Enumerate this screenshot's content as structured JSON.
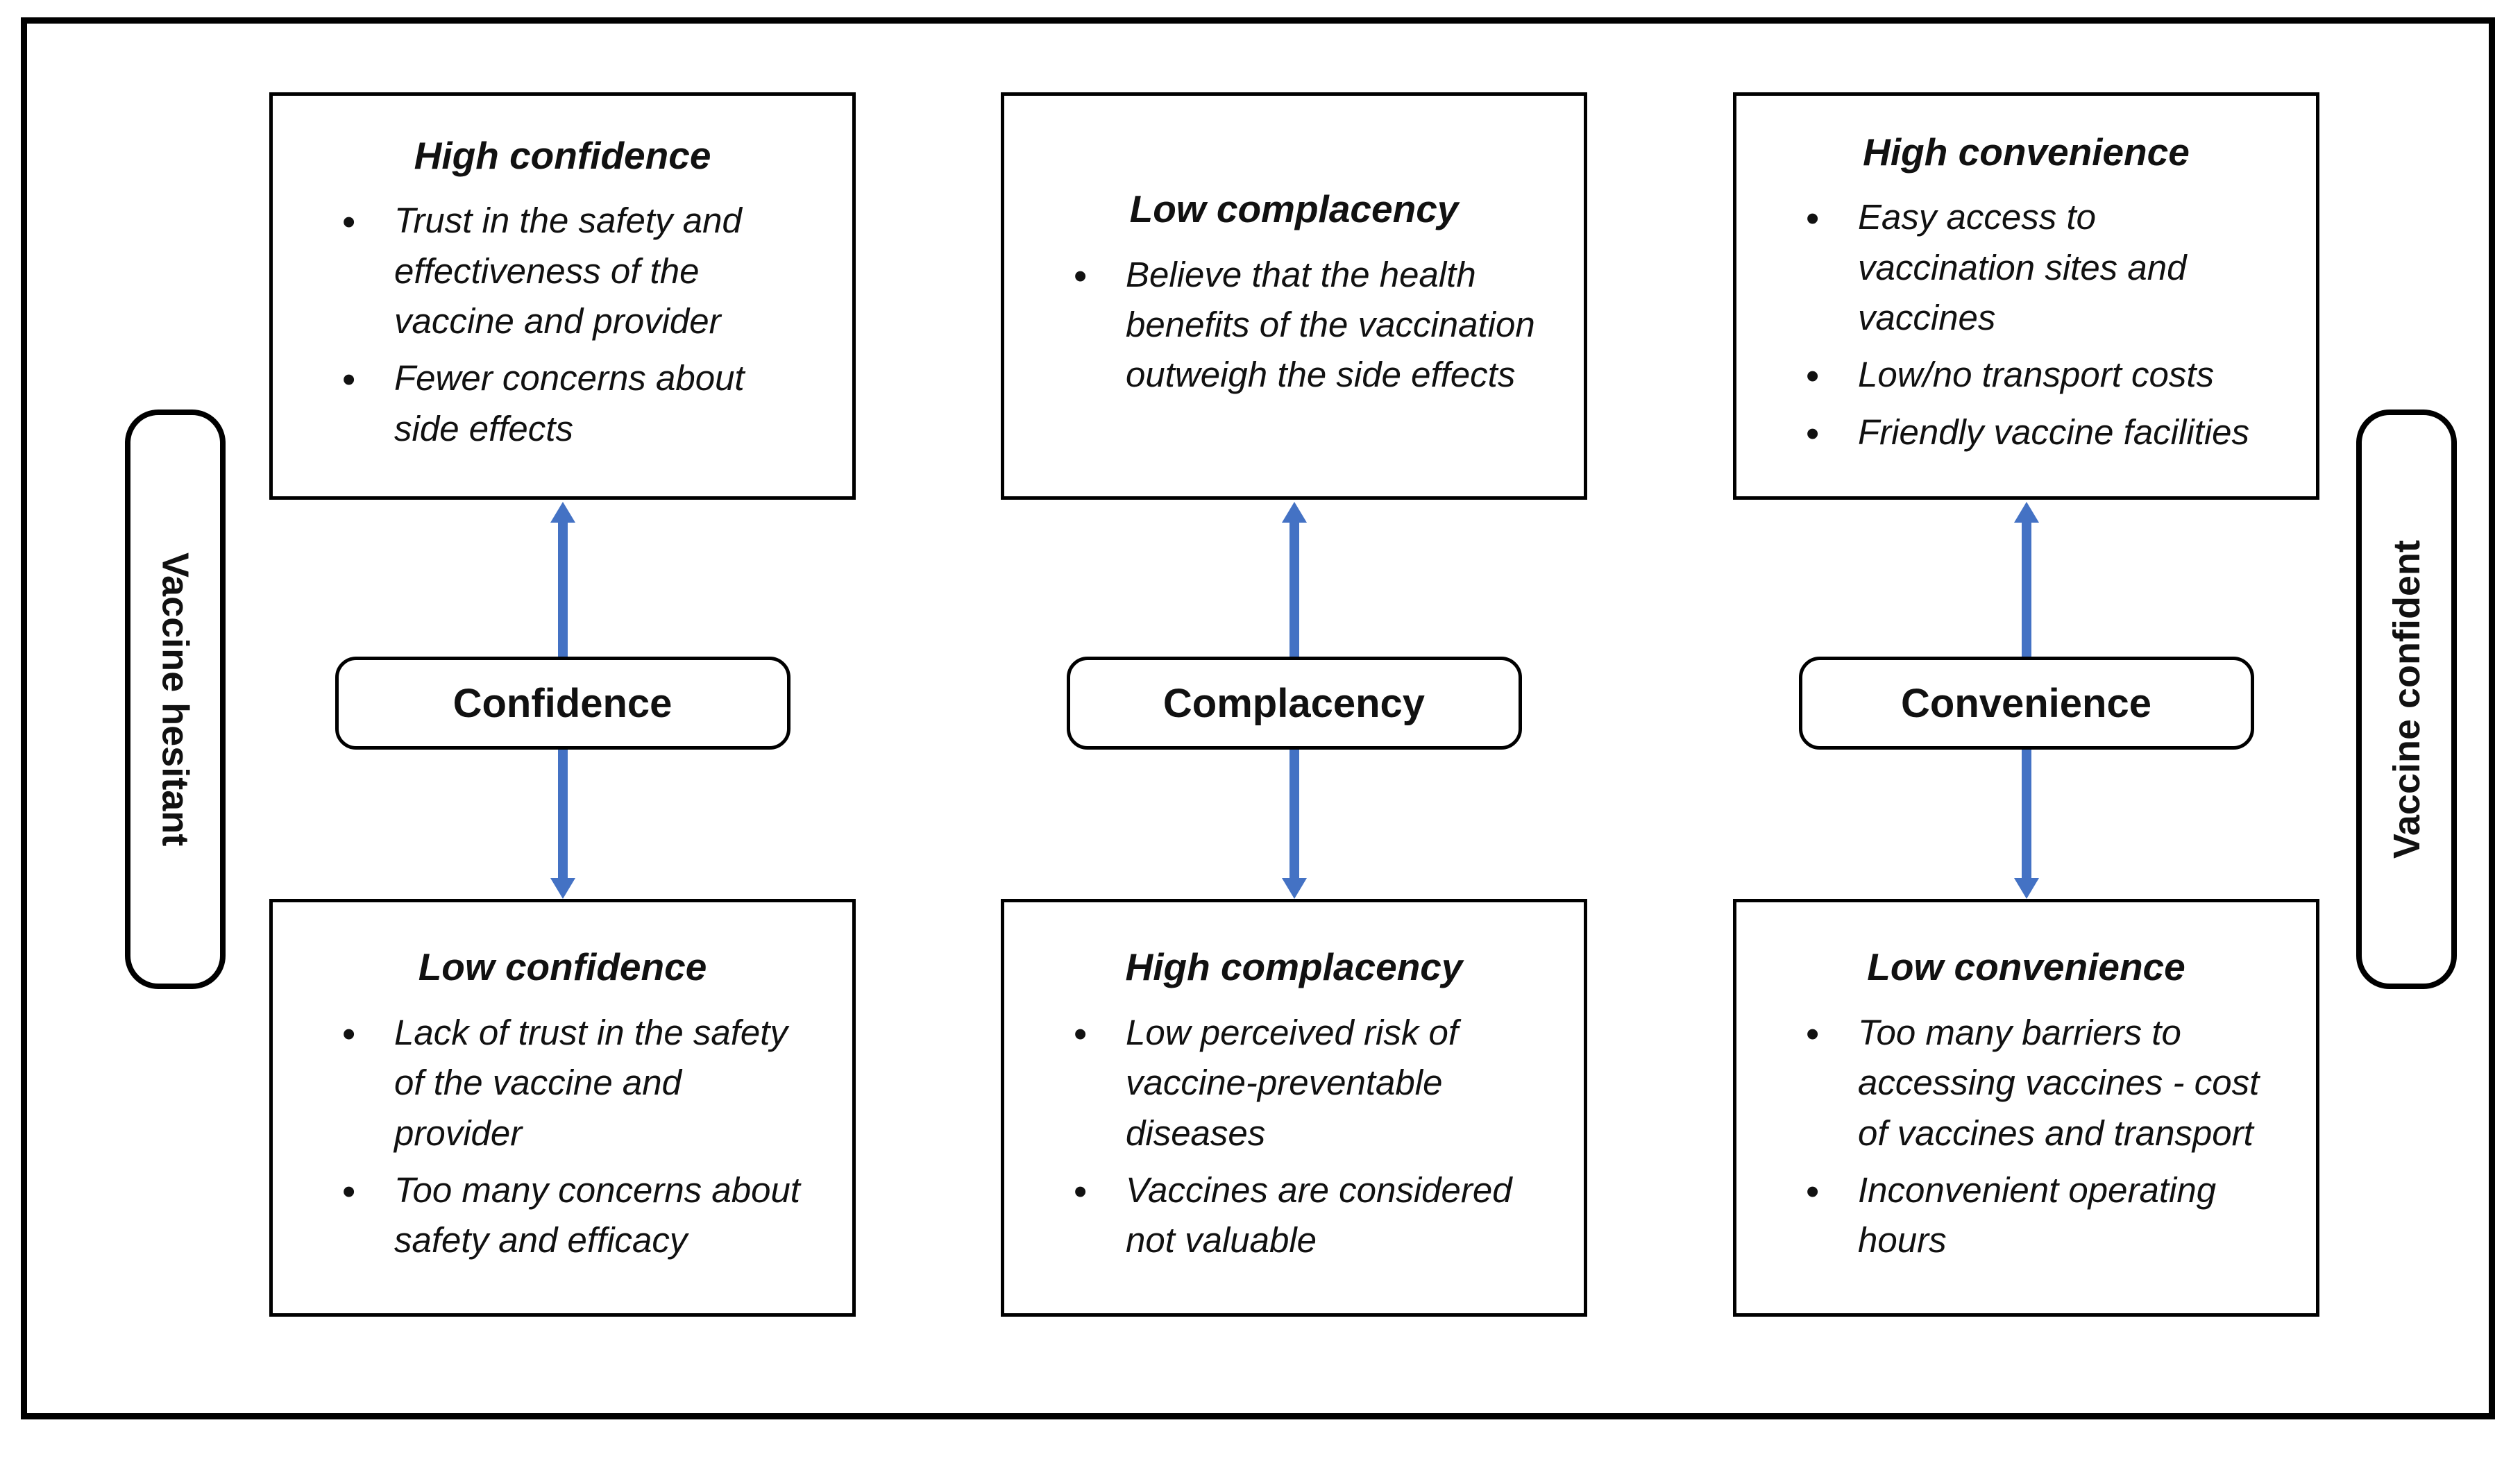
{
  "diagram": {
    "left_pill": "Vaccine hesitant",
    "right_pill": "Vaccine confident",
    "columns": [
      {
        "factor": "Confidence",
        "top": {
          "title": "High confidence",
          "bullets": [
            "Trust in the safety and effectiveness of the vaccine and provider",
            "Fewer concerns about side effects"
          ]
        },
        "bottom": {
          "title": "Low confidence",
          "bullets": [
            "Lack of trust in the safety of the vaccine and provider",
            "Too many concerns about safety and efficacy"
          ]
        }
      },
      {
        "factor": "Complacency",
        "top": {
          "title": "Low complacency",
          "bullets": [
            "Believe that the health benefits of the vaccination outweigh the side effects"
          ]
        },
        "bottom": {
          "title": "High complacency",
          "bullets": [
            "Low perceived risk of vaccine-preventable diseases",
            "Vaccines are considered not valuable"
          ]
        }
      },
      {
        "factor": "Convenience",
        "top": {
          "title": "High convenience",
          "bullets": [
            "Easy access to vaccination sites and vaccines",
            "Low/no transport costs",
            "Friendly vaccine facilities"
          ]
        },
        "bottom": {
          "title": "Low convenience",
          "bullets": [
            "Too many barriers to accessing vaccines - cost of vaccines and transport",
            "Inconvenient operating hours"
          ]
        }
      }
    ]
  },
  "colors": {
    "arrow": "#4472C4",
    "border": "#000000",
    "background": "#FFFFFF"
  }
}
